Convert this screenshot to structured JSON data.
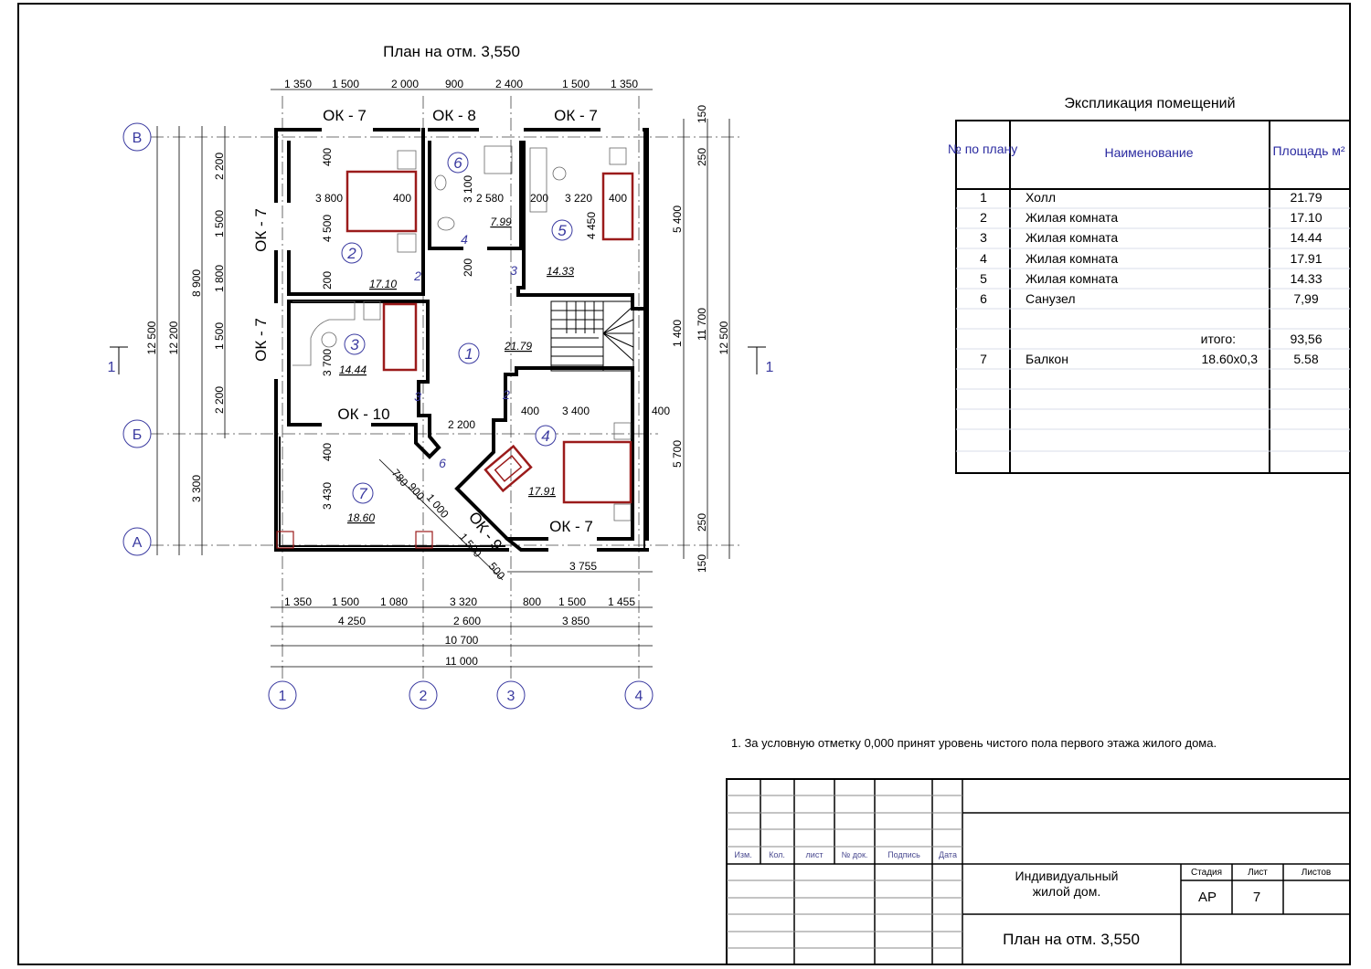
{
  "drawing_title": "План на отм. 3,550",
  "plan": {
    "dims_top": [
      "1 350",
      "1 500",
      "2 000",
      "900",
      "2 400",
      "1 500",
      "1 350"
    ],
    "dims_bottom_1": [
      "1 350",
      "1 500",
      "1 080",
      "3 320",
      "800",
      "1 500",
      "1 455"
    ],
    "dims_bottom_2": [
      "4 250",
      "2 600",
      "3 850"
    ],
    "dims_bottom_3": "10 700",
    "dims_bottom_4": "11 000",
    "dim_balcony": "3 755",
    "dims_left": {
      "overall": "12 500",
      "axes": "12 200",
      "upper": "8 900",
      "lower": "3 300",
      "chain": [
        "2 200",
        "1 500",
        "1 800",
        "1 500",
        "2 200"
      ]
    },
    "dims_right": {
      "chain_outer": [
        "150",
        "250",
        "1 400",
        "250",
        "150"
      ],
      "chain_inner": [
        "5 400",
        "5 700"
      ],
      "axes": "11 700",
      "overall": "12 500"
    },
    "interior_dims": [
      "400",
      "3 800",
      "400",
      "4 500",
      "200",
      "3 100",
      "2 580",
      "200",
      "3 220",
      "400",
      "4 450",
      "200",
      "3 700",
      "2 200",
      "400",
      "3 400",
      "400",
      "400",
      "3 430"
    ],
    "diagonal_dims": [
      "780",
      "900",
      "1 000",
      "1 500",
      "500"
    ],
    "windows": [
      "ОК - 7",
      "ОК - 8",
      "ОК - 7",
      "ОК - 7",
      "ОК - 7",
      "ОК - 10",
      "ОК - 7",
      "ОК - 9"
    ],
    "rooms": [
      {
        "num": "1",
        "area": "21.79"
      },
      {
        "num": "2",
        "area": "17.10"
      },
      {
        "num": "3",
        "area": "14.44"
      },
      {
        "num": "4",
        "area": "17.91"
      },
      {
        "num": "5",
        "area": "14.33"
      },
      {
        "num": "6",
        "area": "7.99"
      },
      {
        "num": "7",
        "area": "18.60"
      }
    ],
    "door_marks": [
      "2",
      "3",
      "4",
      "3",
      "2",
      "6"
    ],
    "axes_rows": [
      "В",
      "Б",
      "А"
    ],
    "axes_cols": [
      "1",
      "2",
      "3",
      "4"
    ],
    "section_mark": "1"
  },
  "explication": {
    "title": "Экспликация помещений",
    "headers": {
      "num": "№ по плану",
      "name": "Наименование",
      "area": "Площадь м²"
    },
    "rows": [
      {
        "num": "1",
        "name": "Холл",
        "extra": "",
        "area": "21.79"
      },
      {
        "num": "2",
        "name": "Жилая комната",
        "extra": "",
        "area": "17.10"
      },
      {
        "num": "3",
        "name": "Жилая комната",
        "extra": "",
        "area": "14.44"
      },
      {
        "num": "4",
        "name": "Жилая комната",
        "extra": "",
        "area": "17.91"
      },
      {
        "num": "5",
        "name": "Жилая комната",
        "extra": "",
        "area": "14.33"
      },
      {
        "num": "6",
        "name": "Санузел",
        "extra": "",
        "area": "7,99"
      }
    ],
    "total_label": "итого:",
    "total_value": "93,56",
    "balcony": {
      "num": "7",
      "name": "Балкон",
      "extra": "18.60x0,3",
      "area": "5.58"
    }
  },
  "note": "1.  За условную отметку 0,000 принят уровень чистого пола первого этажа жилого дома.",
  "title_block": {
    "col_labels": [
      "Изм.",
      "Кол.",
      "лист",
      "№ док.",
      "Подпись",
      "Дата"
    ],
    "project_line1": "Индивидуальный",
    "project_line2": "жилой дом.",
    "stage_label": "Стадия",
    "sheet_label": "Лист",
    "sheets_label": "Листов",
    "stage": "АР",
    "sheet": "7",
    "sheet_title": "План на отм. 3,550"
  }
}
